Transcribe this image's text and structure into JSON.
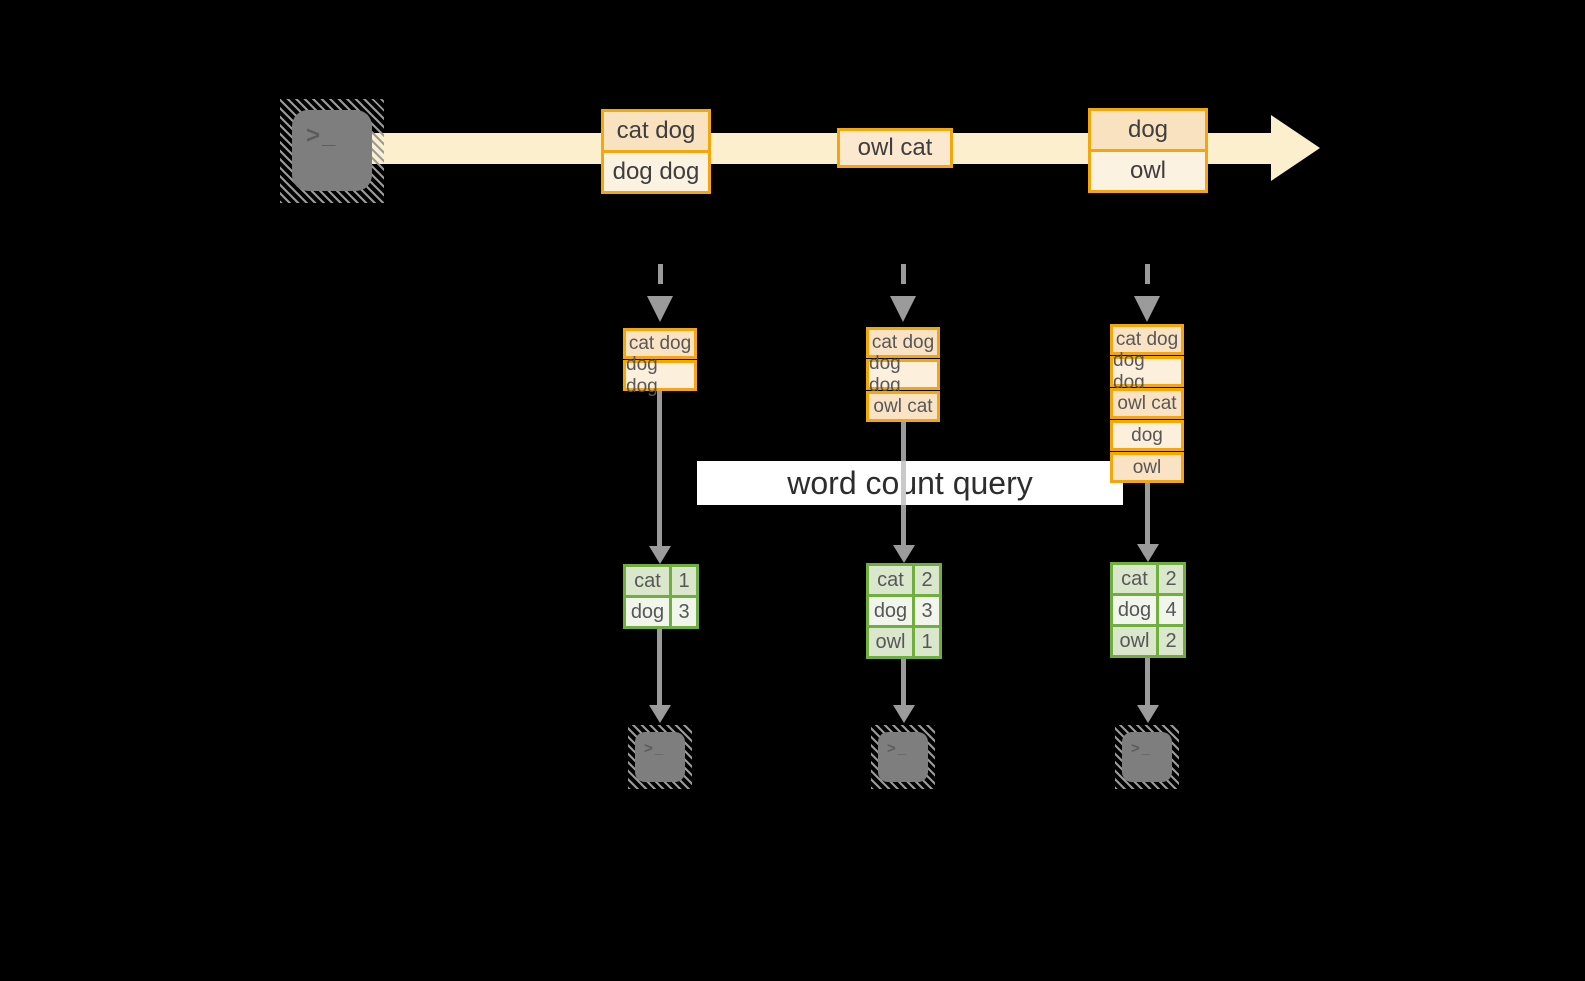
{
  "banner": {
    "label": "word count query"
  },
  "terminal": {
    "prompt": ">",
    "cursor": "_"
  },
  "stream": {
    "events": [
      {
        "lines": [
          "cat dog",
          "dog dog"
        ]
      },
      {
        "lines": [
          "owl cat"
        ]
      },
      {
        "lines": [
          "dog",
          "owl"
        ]
      }
    ]
  },
  "columns": [
    {
      "buffer": [
        "cat dog",
        "dog dog"
      ],
      "counts": [
        {
          "word": "cat",
          "count": "1"
        },
        {
          "word": "dog",
          "count": "3"
        }
      ]
    },
    {
      "buffer": [
        "cat dog",
        "dog dog",
        "owl cat"
      ],
      "counts": [
        {
          "word": "cat",
          "count": "2"
        },
        {
          "word": "dog",
          "count": "3"
        },
        {
          "word": "owl",
          "count": "1"
        }
      ]
    },
    {
      "buffer": [
        "cat dog",
        "dog dog",
        "owl cat",
        "dog",
        "owl"
      ],
      "counts": [
        {
          "word": "cat",
          "count": "2"
        },
        {
          "word": "dog",
          "count": "4"
        },
        {
          "word": "owl",
          "count": "2"
        }
      ]
    }
  ],
  "colors": {
    "background": "#000000",
    "stream_band": "#FBEFCD",
    "orange_border": "#F2A70D",
    "peach_dark": "#F9E2C0",
    "peach_light": "#FCF2E1",
    "green_border": "#6FAE3F",
    "green_dark": "#DAE7CC",
    "green_light": "#F1F5EC",
    "gray_line": "#9B9B9B",
    "terminal_gray": "#7E7E7E",
    "banner_bg": "#FFFFFF"
  }
}
